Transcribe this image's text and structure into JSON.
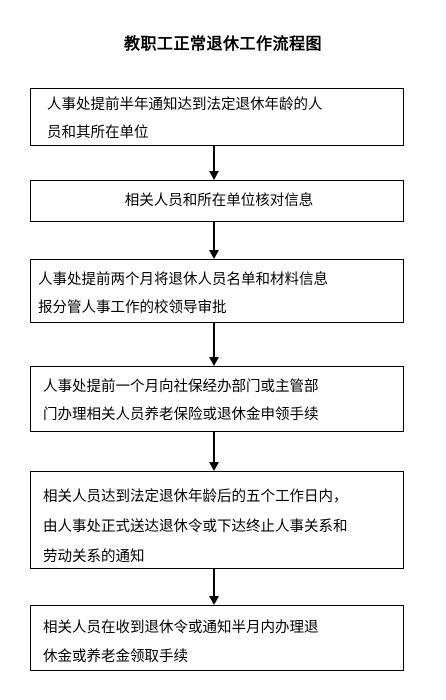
{
  "title": "教职工正常退休工作流程图",
  "steps": [
    {
      "line1": "人事处提前半年通知达到法定退休年龄的人",
      "line2": "员和其所在单位"
    },
    {
      "line1": "相关人员和所在单位核对信息"
    },
    {
      "line1": "人事处提前两个月将退休人员名单和材料信息",
      "line2": "报分管人事工作的校领导审批"
    },
    {
      "line1": "人事处提前一个月向社保经办部门或主管部",
      "line2": "门办理相关人员养老保险或退休金申领手续"
    },
    {
      "line1": "相关人员达到法定退休年龄后的五个工作日内，",
      "line2": "由人事处正式送达退休令或下达终止人事关系和",
      "line3": "劳动关系的通知"
    },
    {
      "line1": "相关人员在收到退休令或通知半月内办理退",
      "line2": "休金或养老金领取手续"
    }
  ]
}
